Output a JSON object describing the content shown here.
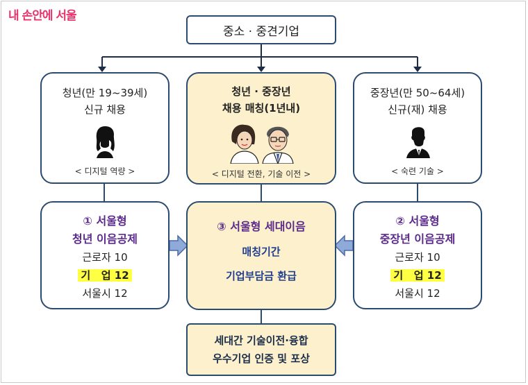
{
  "logo": "내 손안에 서울",
  "top_box": "중소 · 중견기업",
  "youth": {
    "line1": "청년(만 19~39세)",
    "line2": "신규 채용",
    "tag": "< 디지털 역량 >"
  },
  "center": {
    "line1": "청년 · 중장년",
    "line2": "채용 매칭(1년내)",
    "tag": "< 디지털 전환, 기술 이전 >"
  },
  "senior": {
    "line1": "중장년(만 50~64세)",
    "line2": "신규(재) 채용",
    "tag": "< 숙련 기술 >"
  },
  "left_card": {
    "title1": "① 서울형",
    "title2": "청년 이음공제",
    "worker": "근로자 10",
    "company": "기   업 12",
    "city": "서울시 12"
  },
  "mid_card": {
    "title": "③ 서울형 세대이음",
    "line1": "매칭기간",
    "line2": "기업부담금 환급"
  },
  "right_card": {
    "title1": "② 서울형",
    "title2": "중장년 이음공제",
    "worker": "근로자 10",
    "company": "기   업 12",
    "city": "서울시 12"
  },
  "bottom_box": {
    "line1": "세대간 기술이전·융합",
    "line2": "우수기업 인증 및 포상"
  },
  "colors": {
    "border": "#2b4a70",
    "highlight_fill": "#fdf0cc",
    "purple_text": "#5b2a8c",
    "yellow_mark": "#ffff44",
    "logo": "#e8336d",
    "arrow_fill": "#8fa9d8"
  }
}
